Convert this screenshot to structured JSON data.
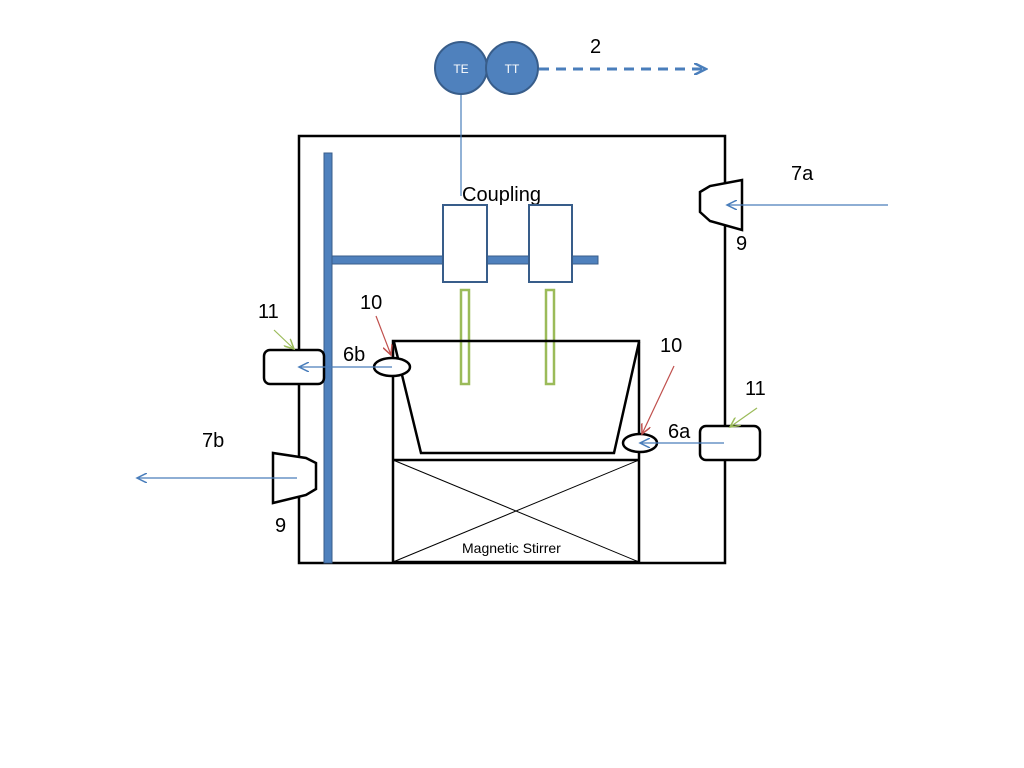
{
  "labels": {
    "te": "TE",
    "tt": "TT",
    "signal_2": "2",
    "coupling": "Coupling",
    "inlet_7a": "7a",
    "outlet_7b": "7b",
    "valve_9_right": "9",
    "valve_9_left": "9",
    "sensor_11_left": "11",
    "sensor_11_right": "11",
    "probe_10_left": "10",
    "probe_10_right": "10",
    "port_6a": "6a",
    "port_6b": "6b",
    "magnetic_stirrer": "Magnetic Stirrer"
  },
  "colors": {
    "instrument_blue": "#4f81bd",
    "instrument_border": "#385d8a",
    "arrow_blue": "#4a7ebb",
    "probe_green": "#9bbb59",
    "pointer_red": "#c0504d",
    "pointer_green": "#9bbb59",
    "outline": "#000000"
  }
}
